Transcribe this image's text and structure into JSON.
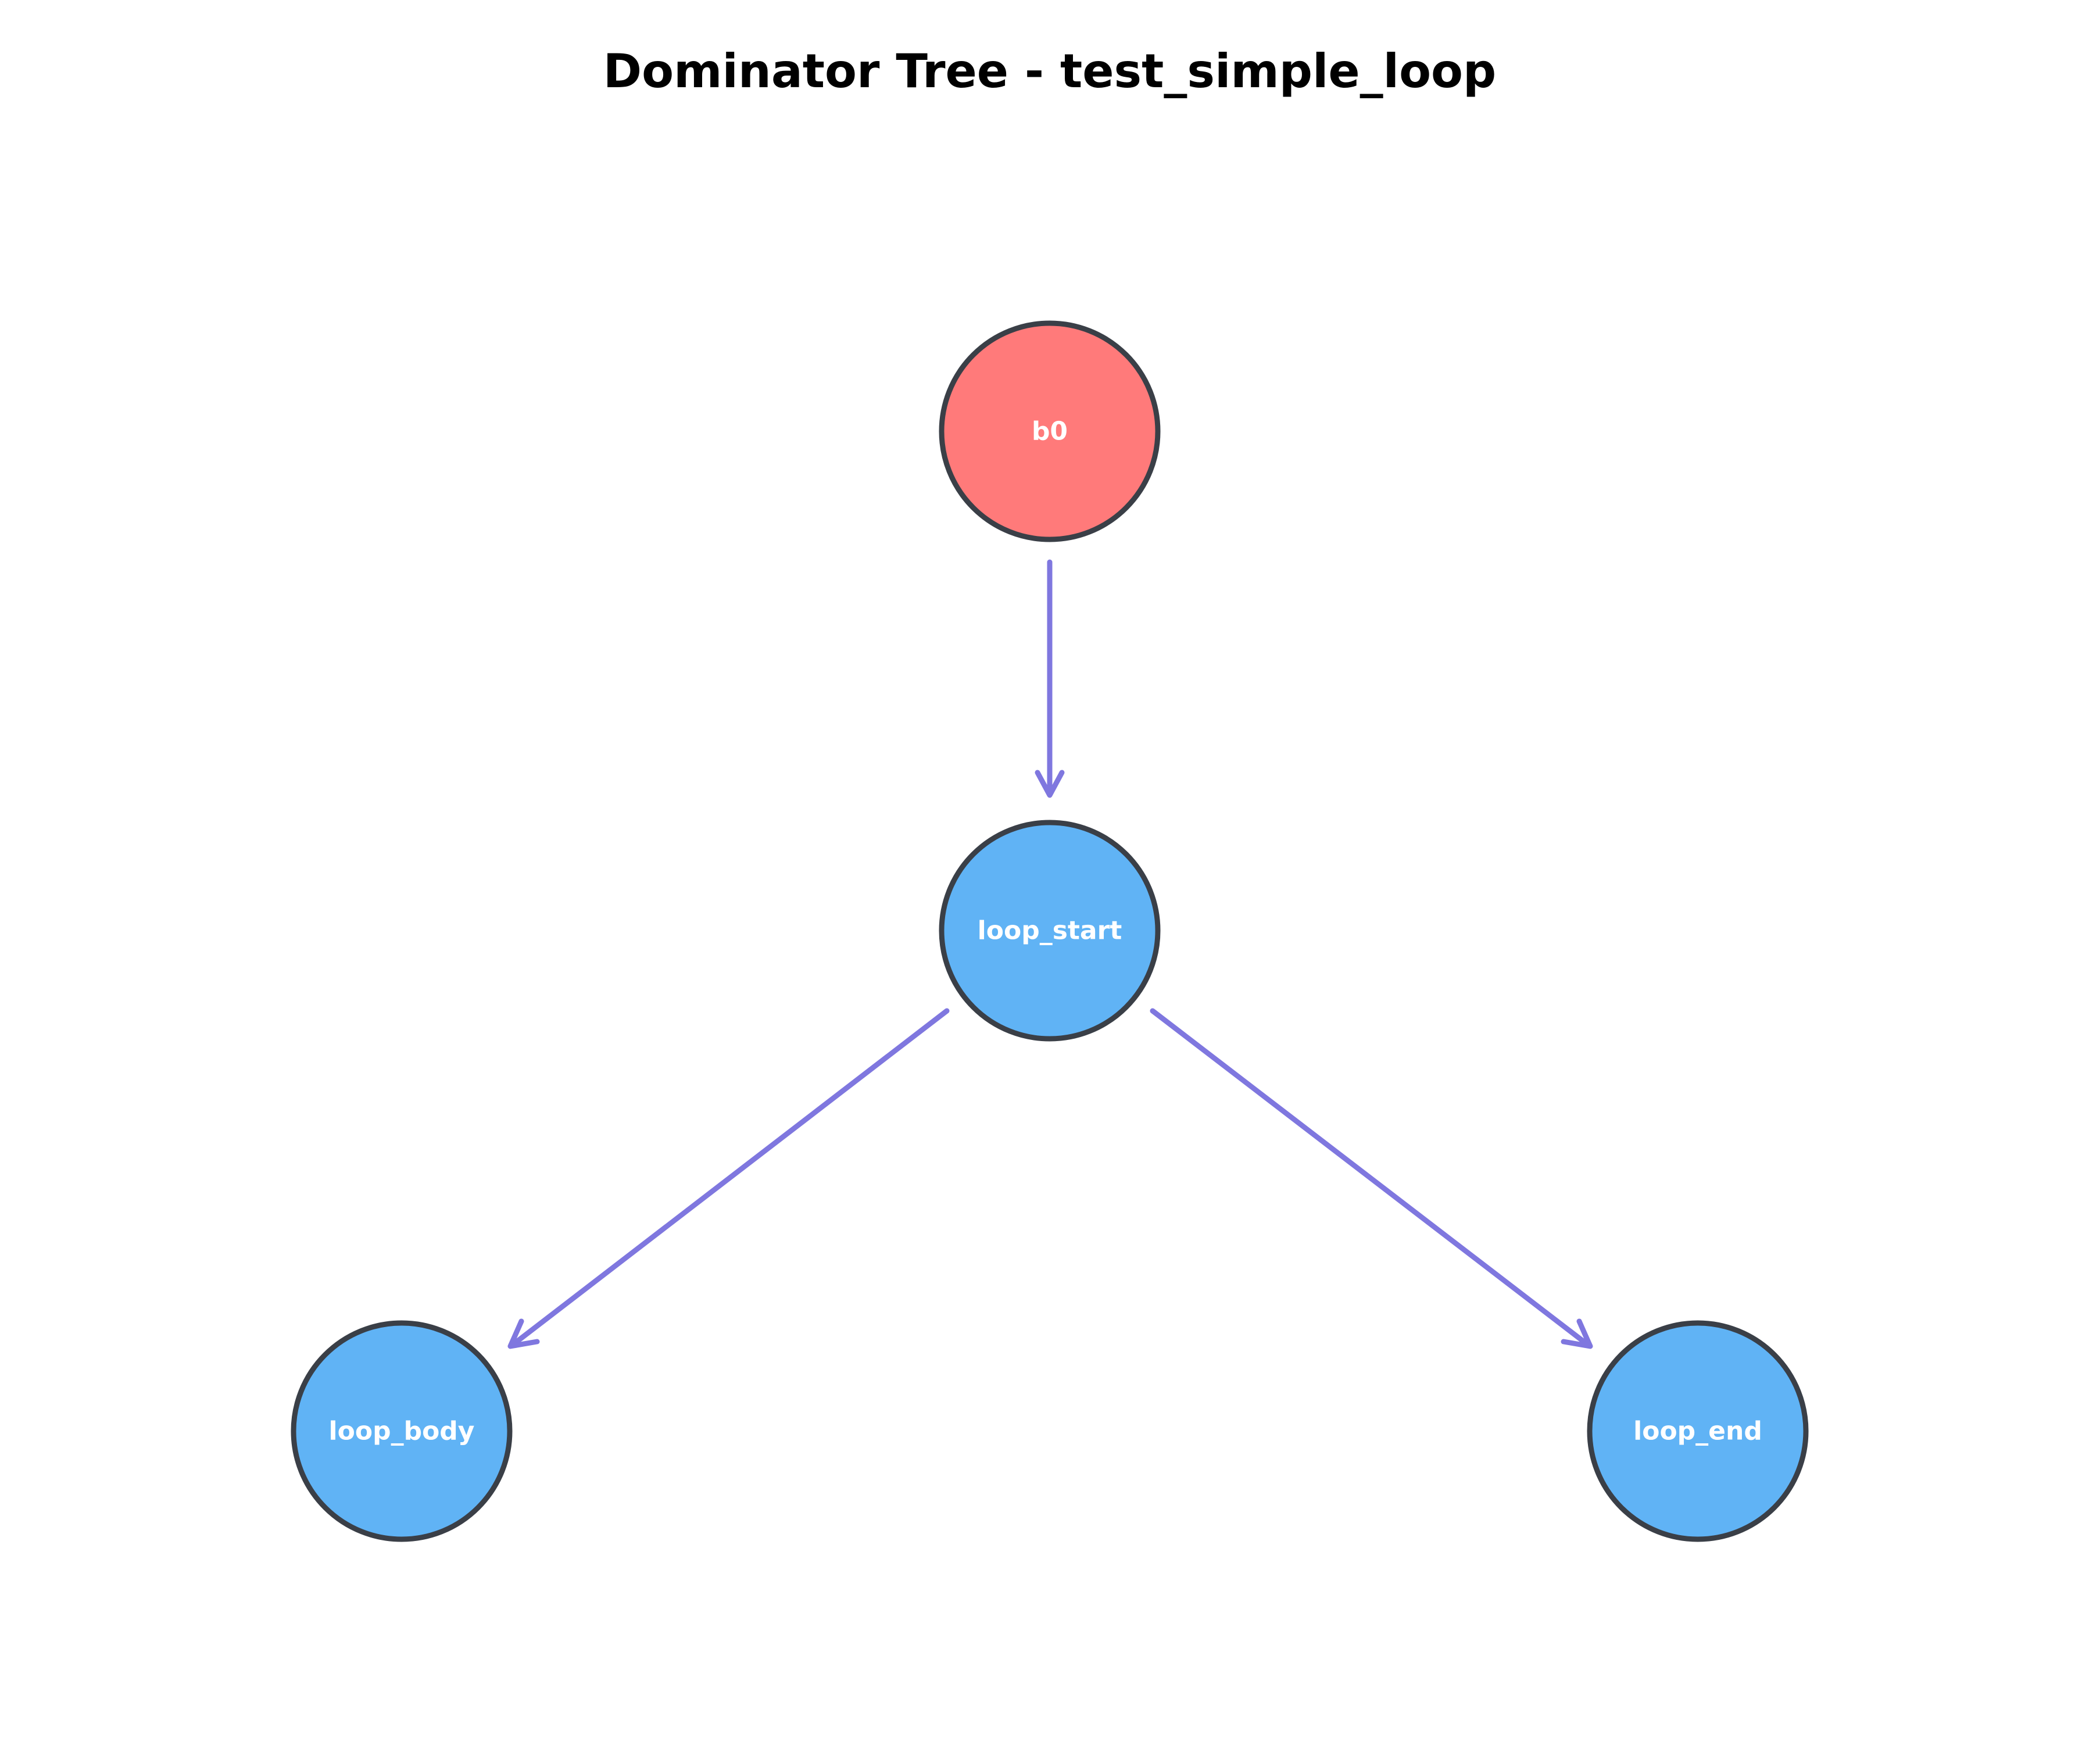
{
  "title": "Dominator Tree - test_simple_loop",
  "colors": {
    "entry_node": "#ff7a7a",
    "node": "#60b3f5",
    "node_border": "#3a3f47",
    "edge": "#7f77df",
    "label": "#ffffff"
  },
  "nodes": [
    {
      "id": "b0",
      "label": "b0",
      "role": "entry"
    },
    {
      "id": "loop_start",
      "label": "loop_start",
      "role": "node"
    },
    {
      "id": "loop_body",
      "label": "loop_body",
      "role": "node"
    },
    {
      "id": "loop_end",
      "label": "loop_end",
      "role": "node"
    }
  ],
  "edges": [
    {
      "from": "b0",
      "to": "loop_start"
    },
    {
      "from": "loop_start",
      "to": "loop_body"
    },
    {
      "from": "loop_start",
      "to": "loop_end"
    }
  ]
}
